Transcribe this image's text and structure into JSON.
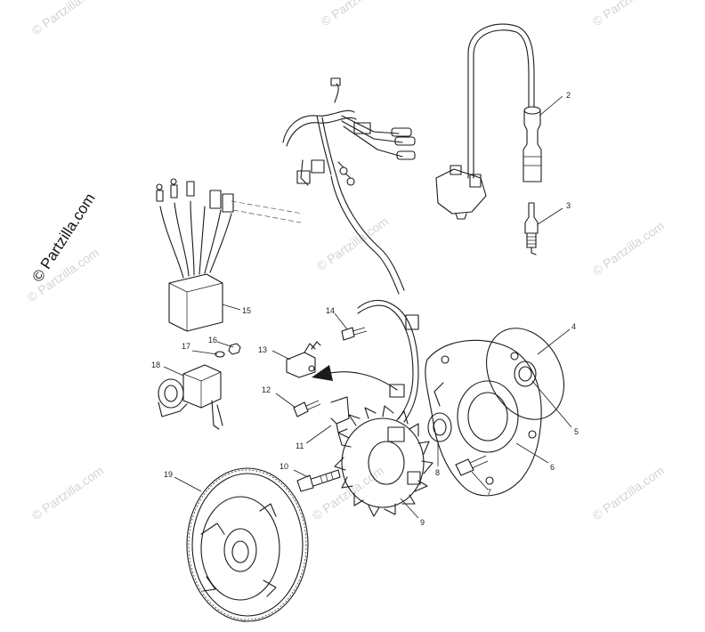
{
  "copyright": "© Partzilla.com",
  "watermark": "© Partzilla.com",
  "callouts": [
    "2",
    "3",
    "4",
    "5",
    "6",
    "7",
    "8",
    "9",
    "10",
    "11",
    "12",
    "13",
    "14",
    "15",
    "16",
    "17",
    "18",
    "19"
  ]
}
